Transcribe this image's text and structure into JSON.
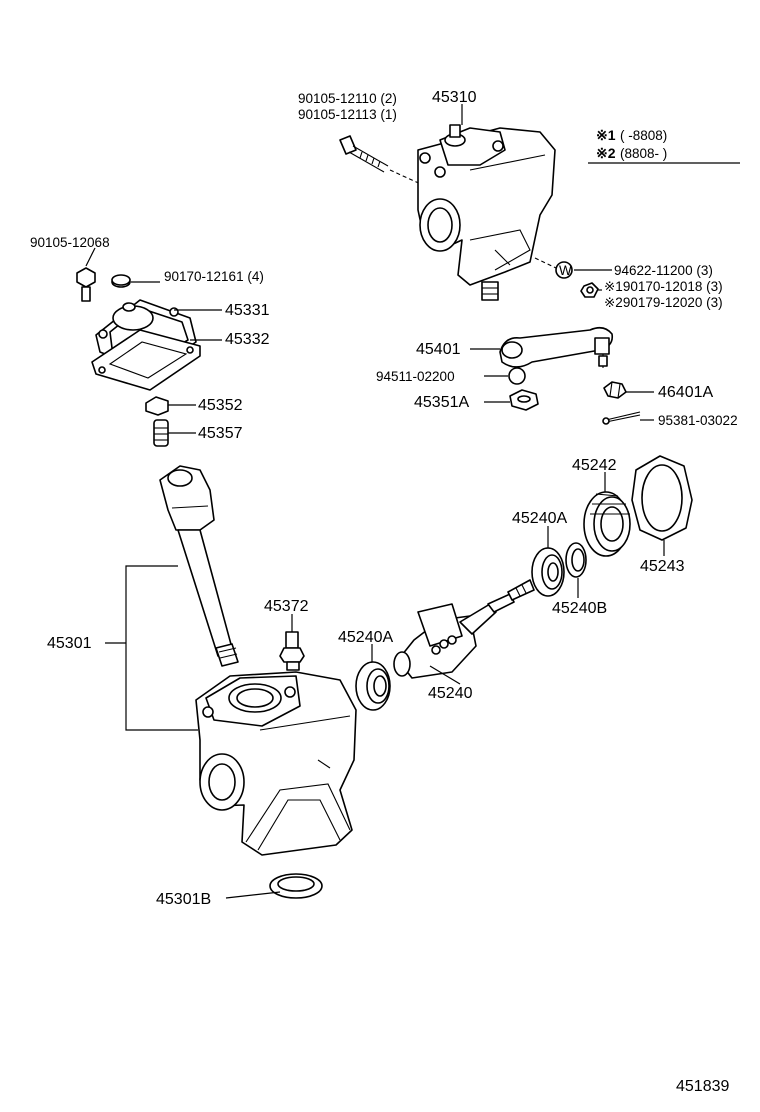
{
  "notes": {
    "note1_mark": "※1",
    "note1_range": "(        -8808)",
    "note2_mark": "※2",
    "note2_range": "(8808-          )"
  },
  "callouts": {
    "bolt_a": "90105-12110 (2)",
    "bolt_b": "90105-12113 (1)",
    "gear_assembly": "45310",
    "bolt_c": "90105-12068",
    "nut_a": "90170-12161 (4)",
    "cover": "45331",
    "gasket": "45332",
    "washer_a": "94622-11200 (3)",
    "nut_b": "※190170-12018 (3)",
    "nut_c": "※290179-12020 (3)",
    "pitman_arm": "45401",
    "washer_b": "94511-02200",
    "nut_d": "45351A",
    "castle_nut": "46401A",
    "cotter_pin": "95381-03022",
    "adjust_nut": "45352",
    "adjust_screw": "45357",
    "plug": "45242",
    "lock_nut": "45243",
    "bearing_a": "45240A",
    "bearing_b": "45240B",
    "housing": "45301",
    "valve": "45372",
    "bearing_c": "45240A",
    "worm_shaft": "45240",
    "oil_seal": "45301B"
  },
  "figure_number": "451839"
}
